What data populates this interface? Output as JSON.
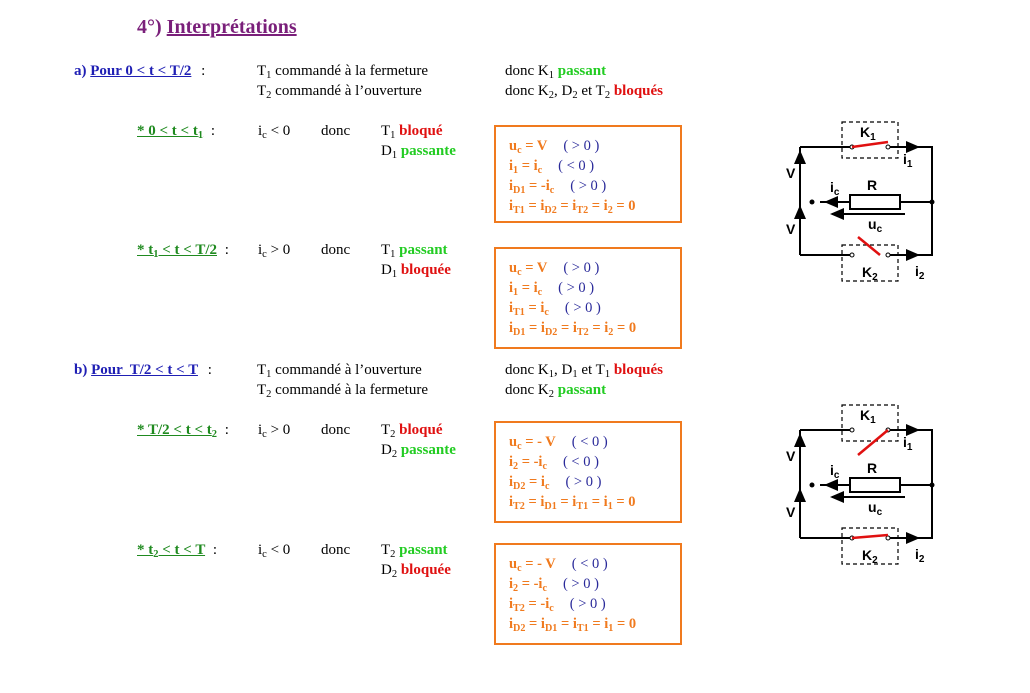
{
  "title": {
    "number": "4°)",
    "text": "Interprétations"
  },
  "sectionA": {
    "label": "a)",
    "cond": "Pour 0 < t < T/2",
    "colon": ":",
    "line1": {
      "t": "T",
      "s": "1",
      "rest": " commandé à la fermeture"
    },
    "line2": {
      "t": "T",
      "s": "2",
      "rest": " commandé à l’ouverture"
    },
    "res1": {
      "pre": "donc K",
      "s": "1",
      "state": "passant"
    },
    "res2": {
      "pre": "donc K",
      "s": "2",
      "mid1": ", D",
      "s2": "2",
      "mid2": " et T",
      "s3": "2",
      "state": "bloqués"
    }
  },
  "subA1": {
    "label": "* 0 < t < t",
    "s": "1",
    "colon": ":",
    "ic": "i",
    "ics": "c",
    "cmp": " < 0",
    "donc": "donc",
    "d1": {
      "t": "T",
      "s": "1",
      "state": "bloqué"
    },
    "d2": {
      "t": "D",
      "s": "1",
      "state": "passante"
    },
    "box": [
      {
        "eq": "u",
        "eqs": "c",
        "rhs": " = V",
        "cond": "( > 0 )"
      },
      {
        "eq": "i",
        "eqs": "1",
        "rhs": " = i",
        "rhss": "c",
        "cond": "( < 0 )"
      },
      {
        "eq": "i",
        "eqs": "D1",
        "rhs": " = -i",
        "rhss": "c",
        "cond": "( > 0 )"
      },
      {
        "full": "iT1 = iD2 = iT2 = i2 = 0",
        "p1": "i",
        "s1": "T1",
        "p2": " = i",
        "s2": "D2",
        "p3": " = i",
        "s3": "T2",
        "p4": " = i",
        "s4": "2",
        "p5": " = 0"
      }
    ]
  },
  "subA2": {
    "label": "* t",
    "s": "1",
    "label2": " < t < T/2",
    "colon": ":",
    "ic": "i",
    "ics": "c",
    "cmp": " > 0",
    "donc": "donc",
    "d1": {
      "t": "T",
      "s": "1",
      "state": "passant"
    },
    "d2": {
      "t": "D",
      "s": "1",
      "state": "bloquée"
    },
    "box": [
      {
        "eq": "u",
        "eqs": "c",
        "rhs": " = V",
        "cond": "( > 0 )"
      },
      {
        "eq": "i",
        "eqs": "1",
        "rhs": " = i",
        "rhss": "c",
        "cond": "( > 0 )"
      },
      {
        "eq": "i",
        "eqs": "T1",
        "rhs": " = i",
        "rhss": "c",
        "cond": "( > 0 )"
      },
      {
        "p1": "i",
        "s1": "D1",
        "p2": " = i",
        "s2": "D2",
        "p3": " = i",
        "s3": "T2",
        "p4": " = i",
        "s4": "2",
        "p5": " = 0"
      }
    ]
  },
  "sectionB": {
    "label": "b)",
    "cond": "Pour  T/2 < t < T",
    "colon": ":",
    "line1": {
      "t": "T",
      "s": "1",
      "rest": " commandé à l’ouverture"
    },
    "line2": {
      "t": "T",
      "s": "2",
      "rest": " commandé à la fermeture"
    },
    "res1": {
      "pre": "donc K",
      "s": "1",
      "mid1": ", D",
      "s2": "1",
      "mid2": " et T",
      "s3": "1",
      "state": "bloqués"
    },
    "res2": {
      "pre": "donc K",
      "s": "2",
      "state": "passant"
    }
  },
  "subB1": {
    "label": "* T/2 < t < t",
    "s": "2",
    "colon": ":",
    "ic": "i",
    "ics": "c",
    "cmp": " > 0",
    "donc": "donc",
    "d1": {
      "t": "T",
      "s": "2",
      "state": "bloqué"
    },
    "d2": {
      "t": "D",
      "s": "2",
      "state": "passante"
    },
    "box": [
      {
        "eq": "u",
        "eqs": "c",
        "rhs": " = - V",
        "cond": "( < 0 )"
      },
      {
        "eq": "i",
        "eqs": "2",
        "rhs": " = -i",
        "rhss": "c",
        "cond": "( < 0 )"
      },
      {
        "eq": "i",
        "eqs": "D2",
        "rhs": " = i",
        "rhss": "c",
        "cond": "( > 0 )"
      },
      {
        "p1": "i",
        "s1": "T2",
        "p2": " = i",
        "s2": "D1",
        "p3": " = i",
        "s3": "T1",
        "p4": " = i",
        "s4": "1",
        "p5": " = 0"
      }
    ]
  },
  "subB2": {
    "label": "* t",
    "s": "2",
    "label2": " < t < T",
    "colon": ":",
    "ic": "i",
    "ics": "c",
    "cmp": " < 0",
    "donc": "donc",
    "d1": {
      "t": "T",
      "s": "2",
      "state": "passant"
    },
    "d2": {
      "t": "D",
      "s": "2",
      "state": "bloquée"
    },
    "box": [
      {
        "eq": "u",
        "eqs": "c",
        "rhs": " = - V",
        "cond": "( < 0 )"
      },
      {
        "eq": "i",
        "eqs": "2",
        "rhs": " = -i",
        "rhss": "c",
        "cond": "( > 0 )"
      },
      {
        "eq": "i",
        "eqs": "T2",
        "rhs": " = -i",
        "rhss": "c",
        "cond": "( > 0 )"
      },
      {
        "p1": "i",
        "s1": "D2",
        "p2": " = i",
        "s2": "D1",
        "p3": " = i",
        "s3": "T1",
        "p4": " = i",
        "s4": "1",
        "p5": " = 0"
      }
    ]
  },
  "circuit": {
    "k1": "K",
    "k1s": "1",
    "k2": "K",
    "k2s": "2",
    "i1": "i",
    "i1s": "1",
    "i2": "i",
    "i2s": "2",
    "ic": "i",
    "ics": "c",
    "uc": "u",
    "ucs": "c",
    "r": "R",
    "v": "V",
    "switchColor": "#e01010"
  },
  "colors": {
    "orange": "#f07a1e",
    "green": "#22cc22",
    "red": "#e01010",
    "blue": "#1f1fb4",
    "purple": "#7a1f7a"
  }
}
